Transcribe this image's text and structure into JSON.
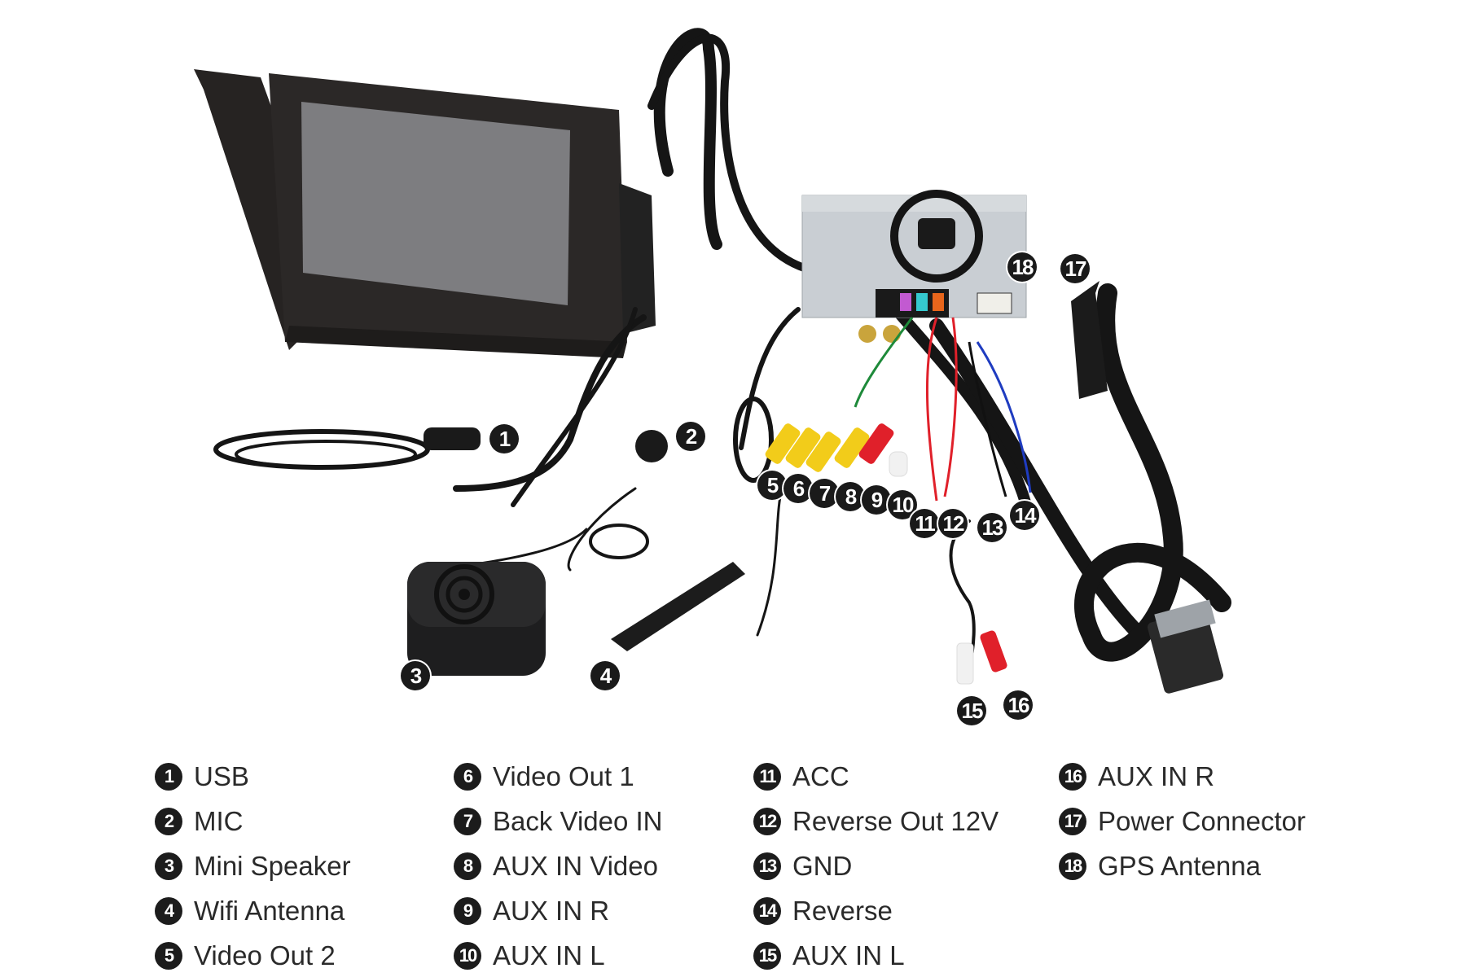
{
  "diagram": {
    "callouts": [
      "1",
      "2",
      "3",
      "4",
      "5",
      "6",
      "7",
      "8",
      "9",
      "10",
      "11",
      "12",
      "13",
      "14",
      "15",
      "16",
      "17",
      "18"
    ]
  },
  "legend": [
    {
      "num": "1",
      "label": "USB"
    },
    {
      "num": "2",
      "label": "MIC"
    },
    {
      "num": "3",
      "label": "Mini Speaker"
    },
    {
      "num": "4",
      "label": "Wifi Antenna"
    },
    {
      "num": "5",
      "label": "Video Out 2"
    },
    {
      "num": "6",
      "label": "Video Out 1"
    },
    {
      "num": "7",
      "label": "Back Video IN"
    },
    {
      "num": "8",
      "label": "AUX IN Video"
    },
    {
      "num": "9",
      "label": "AUX IN R"
    },
    {
      "num": "10",
      "label": "AUX IN L"
    },
    {
      "num": "11",
      "label": "ACC"
    },
    {
      "num": "12",
      "label": "Reverse Out 12V"
    },
    {
      "num": "13",
      "label": "GND"
    },
    {
      "num": "14",
      "label": "Reverse"
    },
    {
      "num": "15",
      "label": "AUX IN L"
    },
    {
      "num": "16",
      "label": "AUX IN R"
    },
    {
      "num": "17",
      "label": "Power Connector"
    },
    {
      "num": "18",
      "label": "GPS Antenna"
    }
  ],
  "colors": {
    "cable": "#151515",
    "screen": "#7d7d80",
    "bezel": "#2b2827",
    "module": "#c9ced3",
    "rca_yellow": "#f2cc1a",
    "rca_red": "#e0202a",
    "rca_white": "#f1f1f1",
    "fakra_pink": "#c25ad1",
    "fakra_cyan": "#35c9cf",
    "fakra_orange": "#e8661c"
  }
}
